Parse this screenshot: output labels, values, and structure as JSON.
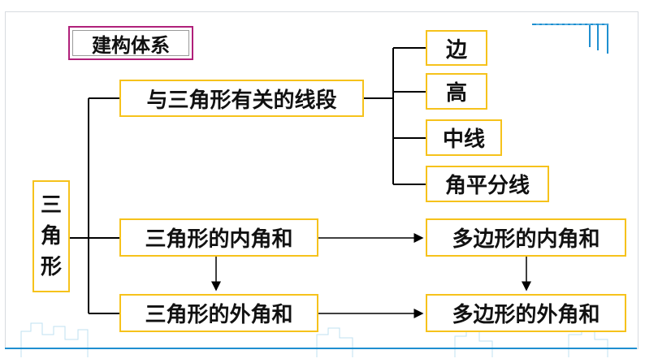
{
  "title": "建构体系",
  "root": [
    "三",
    "角",
    "形"
  ],
  "branch_segments": "与三角形有关的线段",
  "segments": [
    "边",
    "高",
    "中线",
    "角平分线"
  ],
  "interior_tri": "三角形的内角和",
  "exterior_tri": "三角形的外角和",
  "interior_poly": "多边形的内角和",
  "exterior_poly": "多边形的外角和",
  "colors": {
    "box_border": "#f6c21b",
    "title_border": "#b0207a",
    "deco": "#1e8fd0"
  }
}
